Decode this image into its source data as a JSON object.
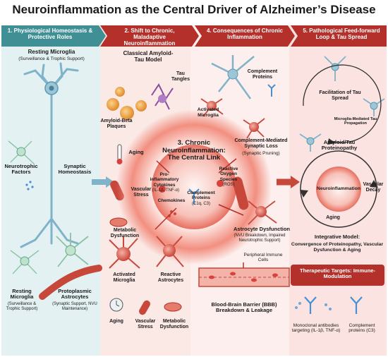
{
  "title": "Neuroinflammation as the Central Driver of Alzheimer’s Disease",
  "headers": {
    "h1": "1. Physiological Homeostasis & Protective Roles",
    "h2": "2. Shift to Chronic, Maladaptive Neuroinflammation",
    "h4": "4. Consequences of Chronic Inflammation",
    "h5": "5. Pathological Feed-forward Loop & Tau Spread"
  },
  "col1": {
    "resting_microglia_top": "Resting Microglia",
    "resting_microglia_top_sub": "(Surveillance & Trophic Support)",
    "neurotrophic_factors": "Neurotrophic Factors",
    "synaptic_homeostasis": "Synaptic Homeostasis",
    "resting_microglia_bottom": "Resting Microglia",
    "resting_microglia_bottom_sub": "(Surveillance & Trophic Support)",
    "protoplasmic_astrocytes": "Protoplasmic Astrocytes",
    "protoplasmic_astrocytes_sub": "(Synaptic Support, NVU Maintenance)"
  },
  "col2": {
    "classical_model": "Classical Amyloid-Tau Model",
    "tau_tangles": "Tau Tangles",
    "amyloid_plaques": "Amyloid-Beta Plaques",
    "aging": "Aging",
    "vascular_stress": "Vascular Stress",
    "metabolic_dysfunction": "Metabolic Dysfunction",
    "activated_microglia": "Activated Microglia",
    "reactive_astrocytes": "Reactive Astrocytes",
    "aging_bottom": "Aging",
    "vascular_stress_bottom": "Vascular Stress",
    "metabolic_dysfunction_bottom": "Metabolic Dysfunction"
  },
  "center": {
    "title": "3. Chronic Neuroinflammation: The Central Link",
    "cytokines": "Pro-inflammatory Cytokines",
    "cytokines_sub": "(IL-1β, TNF-α)",
    "ros": "Reactive Oxygen Species",
    "ros_sub": "(ROS)",
    "chemokines": "Chemokines",
    "complement": "Complement Proteins",
    "complement_sub": "(C1q, C3)"
  },
  "col4": {
    "complement_proteins": "Complement Proteins",
    "activated_microglia": "Activated Microglia",
    "synaptic_loss": "Complement-Mediated Synaptic Loss",
    "synaptic_loss_sub": "(Synaptic Pruning)",
    "astrocyte_dysfunction": "Astrocyte Dysfunction",
    "astrocyte_dysfunction_sub": "(NVU Breakdown, Impaired Neurotrophic Support)",
    "peripheral_immune": "Peripheral Immune Cells",
    "bbb": "Blood-Brain Barrier (BBB) Breakdown & Leakage"
  },
  "col5": {
    "facilitation": "Facilitation of Tau Spread",
    "propagation": "Microglia-Mediated Tau Propagation",
    "proteinopathy": "Amyloid/Tau Proteinopathy",
    "neuroinflammation": "Neuroinflammation",
    "vascular_decay": "Vascular Decay",
    "aging": "Aging",
    "integrative_title": "Integrative Model:",
    "integrative_sub": "Convergence of Proteinopathy, Vascular Dysfunction & Aging",
    "therapeutic": "Therapeutic Targets: Immune-Modulation",
    "monoclonal": "Monoclonal antibodies targeting (IL-1β, TNF-α)",
    "complement": "Complement proteins (C3)"
  },
  "colors": {
    "teal": "#3f8f95",
    "red": "#b3302b",
    "pink_bg": "#fbe3e1",
    "teal_bg": "#e4f1f2",
    "neuron": "#7fb3c9"
  }
}
